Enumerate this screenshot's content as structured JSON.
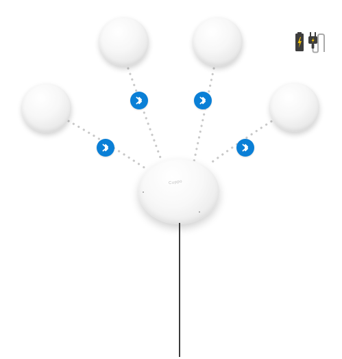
{
  "diagram": {
    "hub_logo": "Cuppo",
    "colors": {
      "bluetooth_badge": "#0a7fd6",
      "link_dots": "#c8c8c8",
      "cable": "#3a3a3a",
      "battery_body": "#3d3d3d",
      "battery_bolt": "#f2c20a",
      "plug_body": "#3d3d3d",
      "plug_bolt": "#f2c20a",
      "plug_cable": "#a9a9a9"
    },
    "sensors": [
      {
        "name": "sensor-left-outer"
      },
      {
        "name": "sensor-left-inner"
      },
      {
        "name": "sensor-right-inner"
      },
      {
        "name": "sensor-right-outer"
      }
    ],
    "links": [
      {
        "protocol": "bluetooth",
        "icon": "bluetooth-icon"
      },
      {
        "protocol": "bluetooth",
        "icon": "bluetooth-icon"
      },
      {
        "protocol": "bluetooth",
        "icon": "bluetooth-icon"
      },
      {
        "protocol": "bluetooth",
        "icon": "bluetooth-icon"
      }
    ],
    "power": {
      "icons": [
        "battery-charging-icon",
        "power-plug-icon"
      ]
    }
  }
}
